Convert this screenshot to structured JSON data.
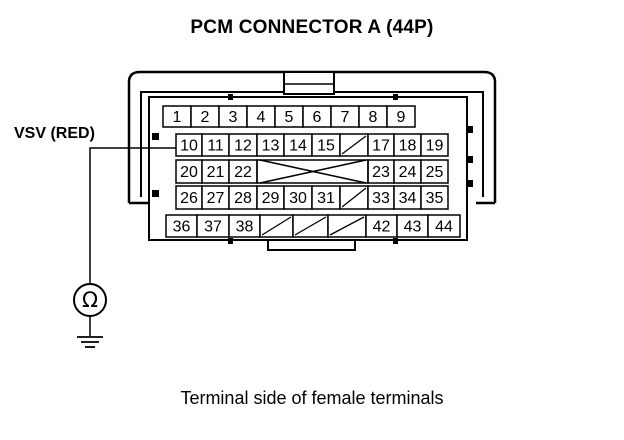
{
  "title": "PCM CONNECTOR A (44P)",
  "caption": "Terminal side of female terminals",
  "wire_label": "VSV (RED)",
  "meter_symbol": "Ω",
  "connector": {
    "rows": [
      [
        "1",
        "2",
        "3",
        "4",
        "5",
        "6",
        "7",
        "8",
        "9"
      ],
      [
        "10",
        "11",
        "12",
        "13",
        "14",
        "15",
        "",
        "17",
        "18",
        "19"
      ],
      [
        "20",
        "21",
        "22",
        "",
        "",
        "",
        "",
        "23",
        "24",
        "25"
      ],
      [
        "26",
        "27",
        "28",
        "29",
        "30",
        "31",
        "",
        "33",
        "34",
        "35"
      ],
      [
        "36",
        "37",
        "38",
        "",
        "",
        "",
        "42",
        "43",
        "44"
      ]
    ],
    "probed_terminal": "10"
  }
}
